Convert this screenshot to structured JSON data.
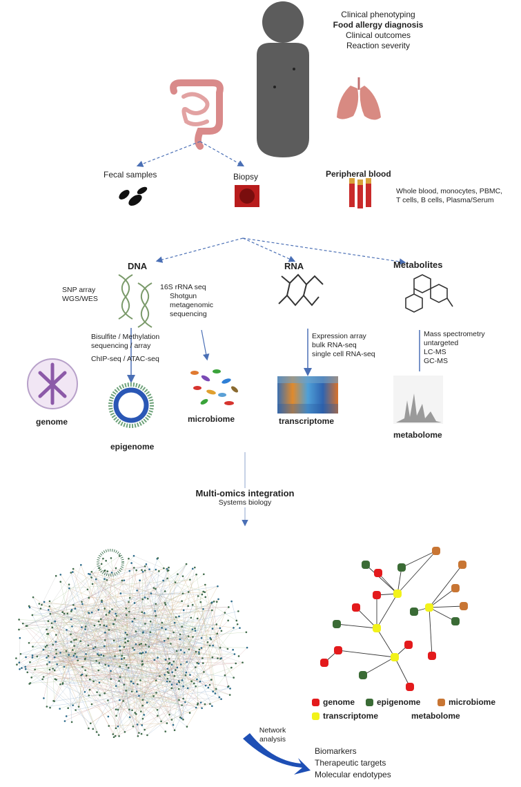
{
  "patient": {
    "lines": [
      "Clinical phenotyping",
      "Food allergy diagnosis",
      "Clinical outcomes",
      "Reaction severity"
    ]
  },
  "samples": {
    "fecal": "Fecal samples",
    "biopsy": "Biopsy",
    "blood": "Peripheral blood",
    "blood_detail": [
      "Whole blood, monocytes, PBMC,",
      "T cells, B cells, Plasma/Serum"
    ]
  },
  "molecules": {
    "dna": "DNA",
    "rna": "RNA",
    "metabolites": "Metabolites"
  },
  "methods": {
    "dna_genome": [
      "SNP array",
      "WGS/WES"
    ],
    "dna_microbiome": [
      "16S rRNA seq",
      "Shotgun",
      "metagenomic",
      "sequencing"
    ],
    "dna_epigenome": [
      "Bisulfite / Methylation",
      "sequencing / array",
      "ChIP-seq / ATAC-seq"
    ],
    "rna": [
      "Expression array",
      "bulk RNA-seq",
      "single cell RNA-seq"
    ],
    "metabolites": [
      "Mass spectrometry",
      "untargeted",
      "LC-MS",
      "GC-MS"
    ]
  },
  "omics": {
    "genome": "genome",
    "epigenome": "epigenome",
    "microbiome": "microbiome",
    "transcriptome": "transcriptome",
    "metabolome": "metabolome"
  },
  "integration": {
    "title": "Multi-omics integration",
    "subtitle": "Systems biology"
  },
  "legend": {
    "genome": "genome",
    "epigenome": "epigenome",
    "microbiome": "microbiome",
    "transcriptome": "transcriptome",
    "metabolome": "metabolome",
    "colors": {
      "genome": "#e31a1c",
      "epigenome": "#3a6b35",
      "microbiome": "#c87533",
      "transcriptome": "#f2f21a",
      "metabolome": "#ffffff"
    }
  },
  "analysis": {
    "label": [
      "Network",
      "analysis"
    ],
    "outcomes": [
      "Biomarkers",
      "Therapeutic targets",
      "Molecular endotypes"
    ]
  }
}
